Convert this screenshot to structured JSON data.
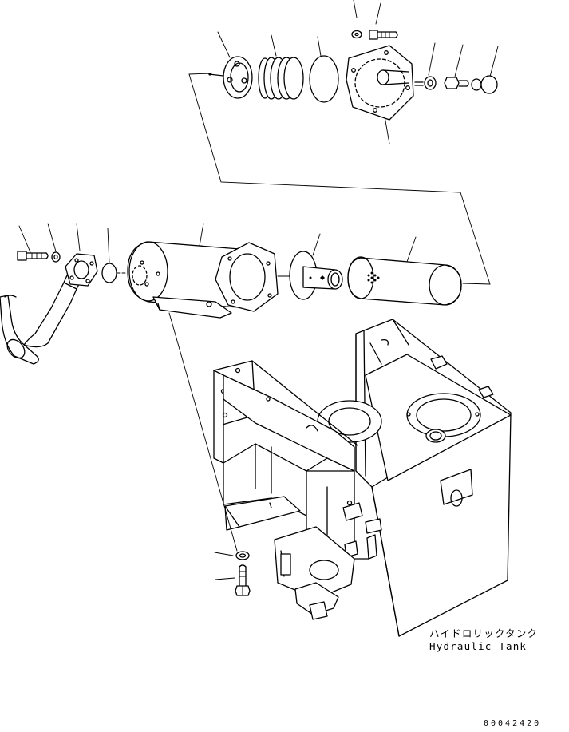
{
  "labels": {
    "tank_label_jp": "ハイドロリックタンク",
    "tank_label_en": "Hydraulic Tank",
    "drawing_number": "00042420"
  }
}
